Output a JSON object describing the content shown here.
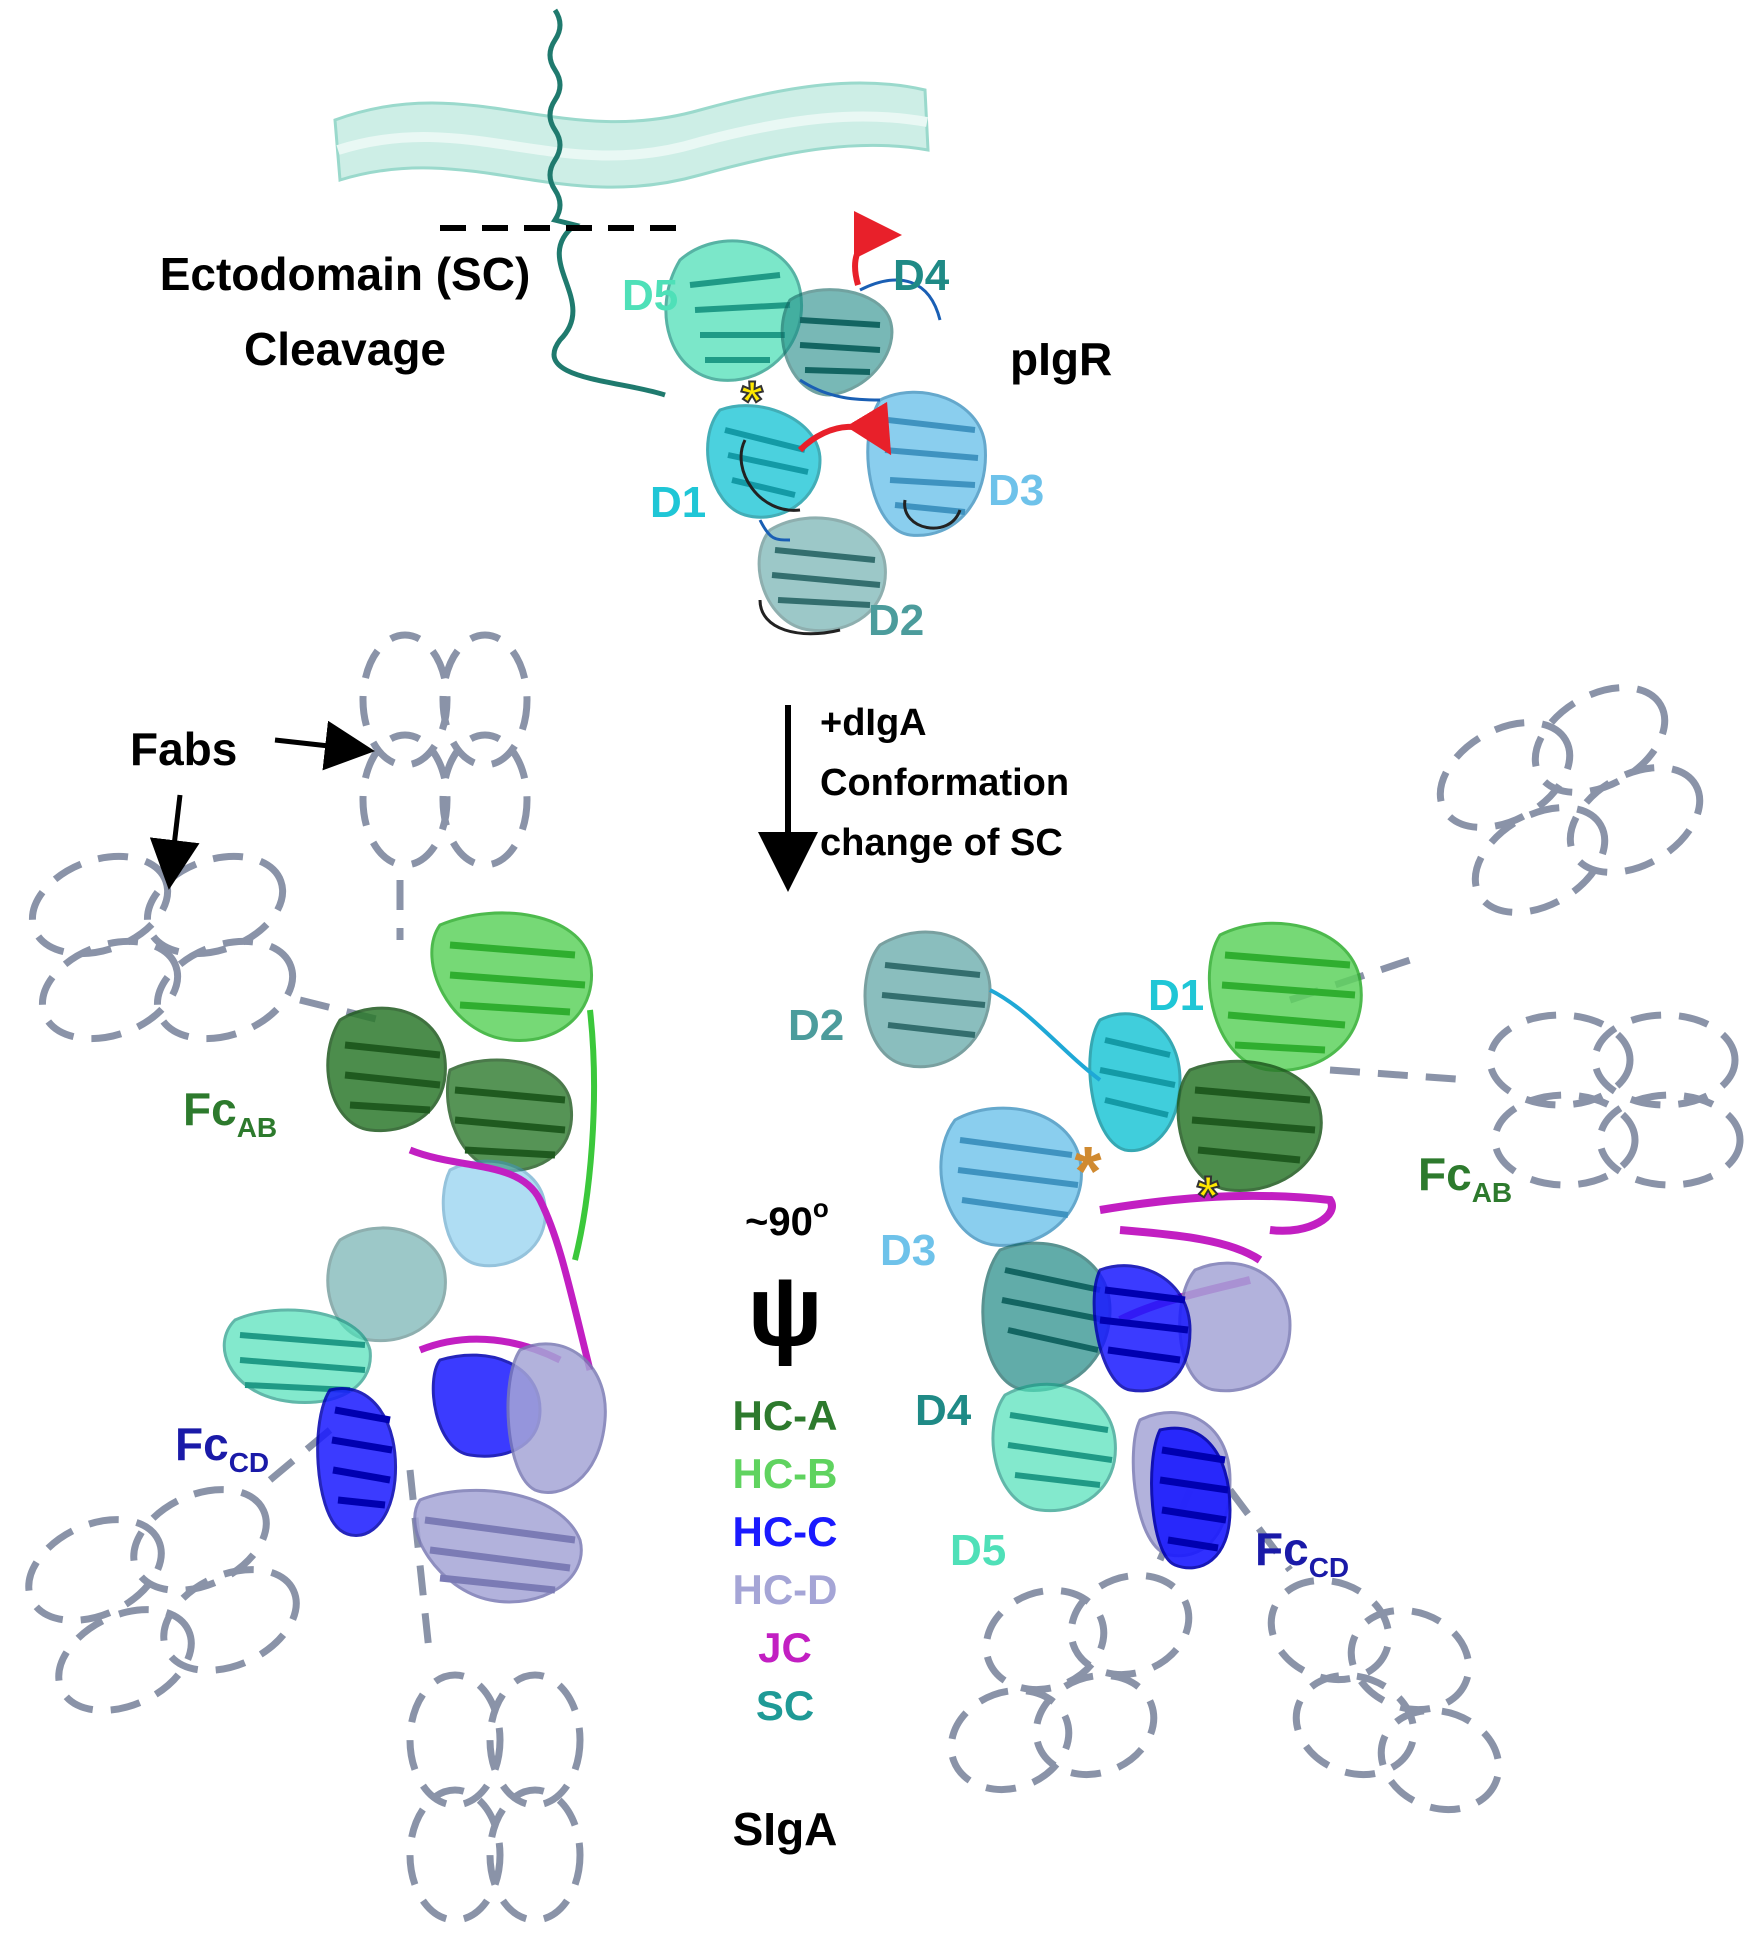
{
  "top": {
    "cleavage_line1": "Ectodomain (SC)",
    "cleavage_line2": "Cleavage",
    "pigr": "pIgR",
    "domains": [
      "D1",
      "D2",
      "D3",
      "D4",
      "D5"
    ]
  },
  "transition": {
    "line1": "+dIgA",
    "line2": "Conformation",
    "line3": "change of SC"
  },
  "left_view": {
    "fabs": "Fabs",
    "fc_ab": {
      "base": "Fc",
      "sub": "AB"
    },
    "fc_cd": {
      "base": "Fc",
      "sub": "CD"
    }
  },
  "rotation": {
    "angle": "~90",
    "sup": "o",
    "axis_symbol": "ψ"
  },
  "right_view": {
    "domains": [
      "D1",
      "D2",
      "D3",
      "D4",
      "D5"
    ],
    "fc_ab": {
      "base": "Fc",
      "sub": "AB"
    },
    "fc_cd": {
      "base": "Fc",
      "sub": "CD"
    }
  },
  "legend": [
    {
      "label": "HC-A",
      "color": "#2d7a2d"
    },
    {
      "label": "HC-B",
      "color": "#5fd35f"
    },
    {
      "label": "HC-C",
      "color": "#1a1aff"
    },
    {
      "label": "HC-D",
      "color": "#a5a5d6"
    },
    {
      "label": "JC",
      "color": "#c21fc2"
    },
    {
      "label": "SC",
      "color": "#1f9a96"
    }
  ],
  "complex_label": "SIgA",
  "colors": {
    "membrane": "#cdeee6",
    "membrane_edge": "#9ad9cc",
    "fab_outline": "#8a93a8",
    "arrow_red": "#e8202a",
    "star_yellow": "#ffe800",
    "star_orange": "#d08a30",
    "d1": "#1fc6d6",
    "d2": "#4c9c9c",
    "d3": "#6ec2ea",
    "d4": "#1f8a86",
    "d5": "#4fe0b8"
  }
}
